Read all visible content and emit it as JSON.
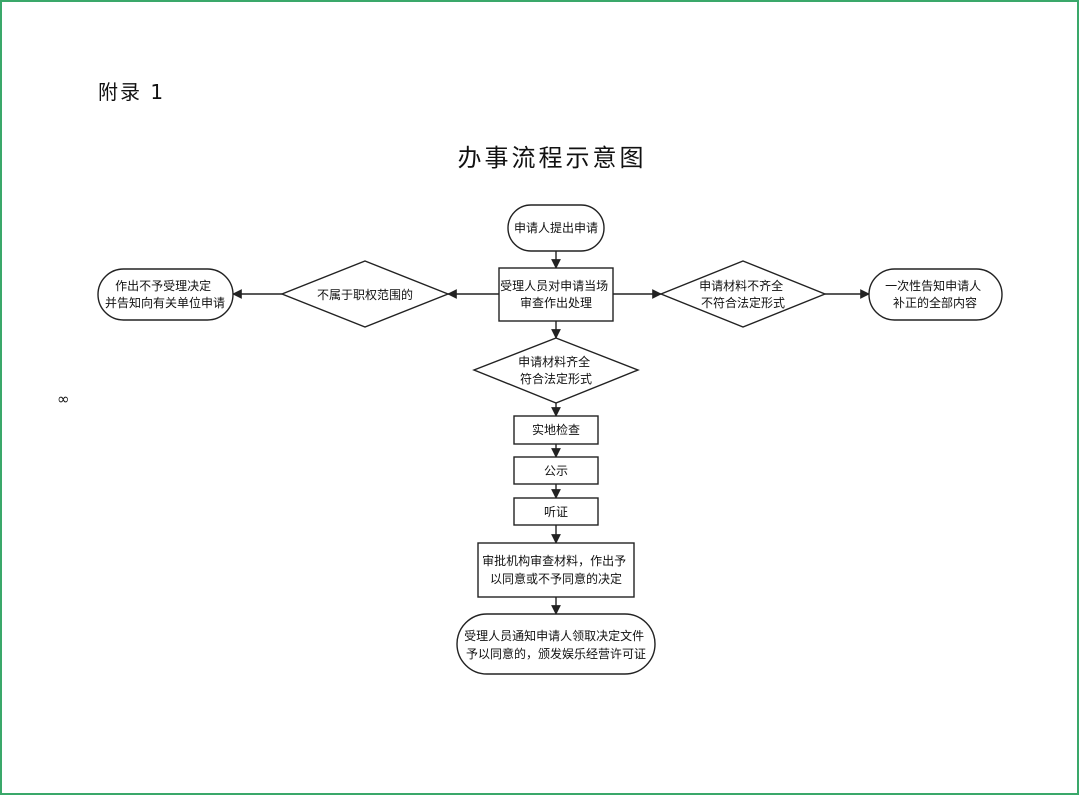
{
  "document": {
    "appendix_label": "附录 1",
    "title": "办事流程示意图",
    "side_mark": "∞"
  },
  "nodes": {
    "start": [
      "申请人提出申请"
    ],
    "accept_review": [
      "受理人员对申请当场",
      "审查作出处理"
    ],
    "out_of_scope": [
      "不属于职权范围的"
    ],
    "not_accepted": [
      "作出不予受理决定",
      "并告知向有关单位申请"
    ],
    "incomplete": [
      "申请材料不齐全",
      "不符合法定形式"
    ],
    "notify_supplement": [
      "一次性告知申请人",
      "补正的全部内容"
    ],
    "complete": [
      "申请材料齐全",
      "符合法定形式"
    ],
    "site_inspection": [
      "实地检查"
    ],
    "publicity": [
      "公示"
    ],
    "hearing": [
      "听证"
    ],
    "authority_review": [
      "审批机构审查材料，作出予",
      "以同意或不予同意的决定"
    ],
    "final_notice": [
      "受理人员通知申请人领取决定文件",
      "予以同意的，颁发娱乐经营许可证"
    ]
  }
}
